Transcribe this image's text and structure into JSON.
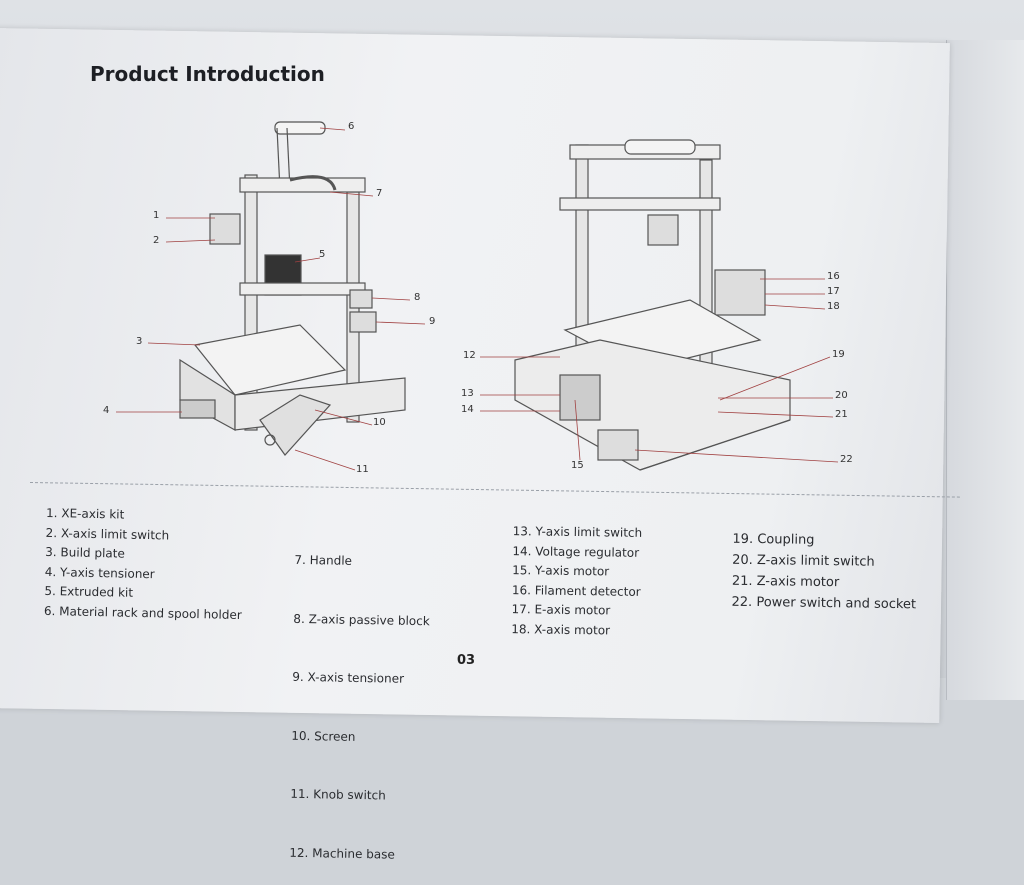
{
  "title": "Product Introduction",
  "callouts_left": [
    "1",
    "2",
    "3",
    "4",
    "5",
    "6",
    "7",
    "8",
    "9",
    "10",
    "11"
  ],
  "callouts_right": [
    "12",
    "13",
    "14",
    "15",
    "16",
    "17",
    "18",
    "19",
    "20",
    "21",
    "22"
  ],
  "parts": [
    [
      "1. XE-axis kit",
      "2. X-axis limit switch",
      "3. Build plate",
      "4. Y-axis tensioner",
      "5. Extruded kit",
      "6. Material rack and spool holder"
    ],
    [
      "7.  Handle",
      "8.  Z-axis passive block",
      "9.  X-axis tensioner",
      "10. Screen",
      "11. Knob switch",
      "12. Machine base"
    ],
    [
      "13. Y-axis limit switch",
      "14. Voltage regulator",
      "15. Y-axis motor",
      "16. Filament detector",
      "17. E-axis motor",
      "18. X-axis motor"
    ],
    [
      "19. Coupling",
      "20. Z-axis limit switch",
      "21. Z-axis motor",
      "22. Power switch and socket"
    ]
  ],
  "page_number": "03"
}
